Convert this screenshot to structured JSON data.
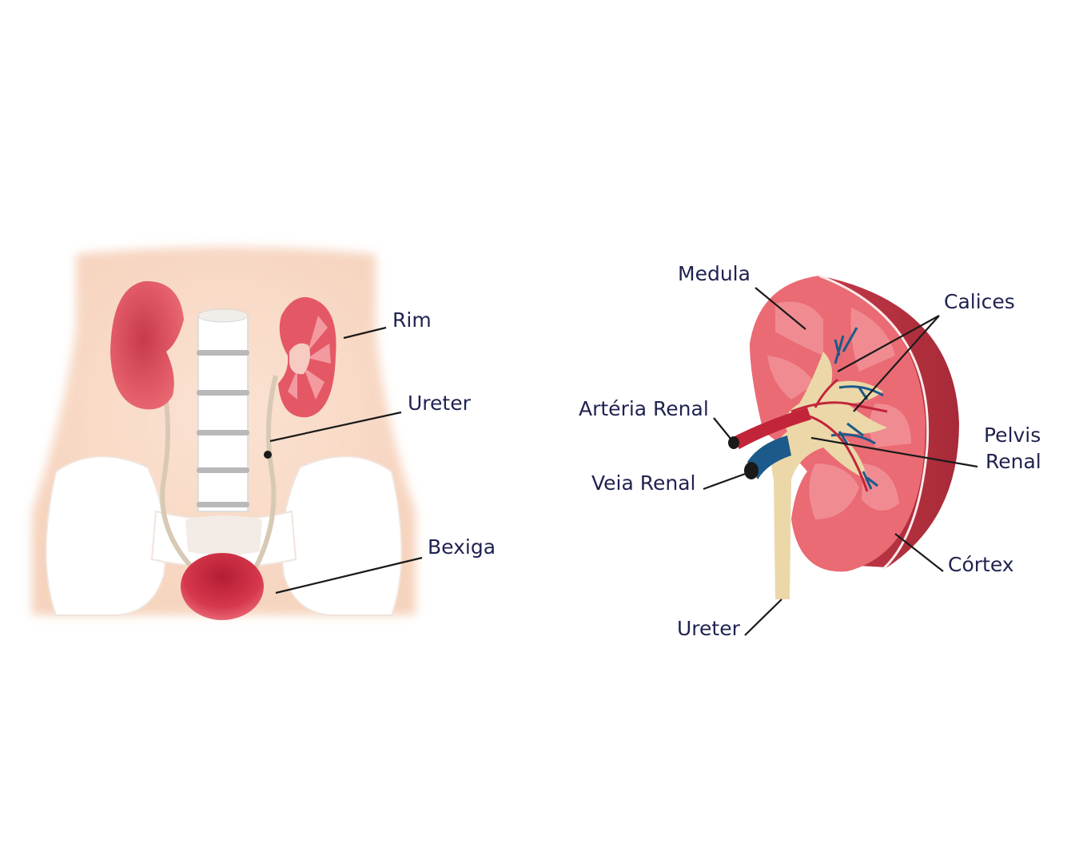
{
  "colors": {
    "label": "#1f2250",
    "skin": "#f8d9c6",
    "kidney": "#e0505e",
    "kidney_dark": "#c03845",
    "bladder": "#cc2f45",
    "bone": "#ffffff",
    "pelvis_tissue": "#ecd7a8",
    "vein": "#1b5a8a",
    "artery": "#c2253a"
  },
  "body_diagram": {
    "labels": {
      "rim": "Rim",
      "ureter": "Ureter",
      "bexiga": "Bexiga"
    }
  },
  "kidney_diagram": {
    "labels": {
      "medula": "Medula",
      "calices": "Calices",
      "arteria_renal": "Artéria Renal",
      "veia_renal": "Veia Renal",
      "pelvis_line1": "Pelvis",
      "pelvis_line2": "Renal",
      "cortex": "Córtex",
      "ureter": "Ureter"
    }
  }
}
